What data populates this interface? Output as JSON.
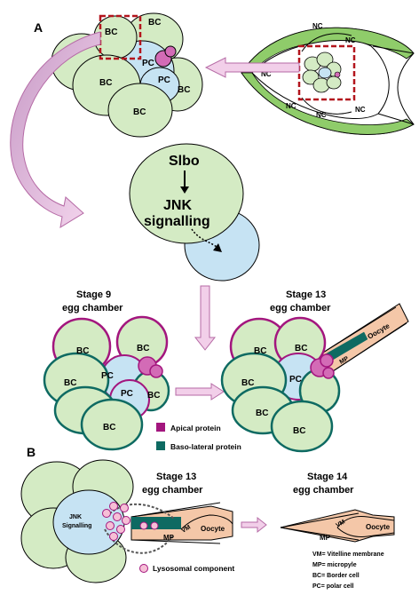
{
  "panels": {
    "a": "A",
    "b": "B"
  },
  "cells": {
    "border": "BC",
    "polar": "PC",
    "nurse": "NC"
  },
  "signalling": {
    "upstream": "Slbo",
    "pathway_line1": "JNK",
    "pathway_line2": "signalling"
  },
  "stages": {
    "s9_line1": "Stage 9",
    "s9_line2": "egg chamber",
    "s13_line1": "Stage 13",
    "s13_line2": "egg chamber",
    "s14_line1": "Stage 14",
    "s14_line2": "egg chamber"
  },
  "structures": {
    "oocyte": "Oocyte",
    "micropyle": "MP",
    "vitelline": "VM",
    "jnk_small_1": "JNK",
    "jnk_small_2": "Signalling"
  },
  "legend": {
    "apical": "Apical protein",
    "basolateral": "Baso-lateral protein",
    "lysosomal": "Lysosomal component"
  },
  "abbreviations": [
    "VM= Vitelline membrane",
    "MP= micropyle",
    "BC= Border cell",
    "PC= polar cell"
  ],
  "colors": {
    "border_cell": "#d4ebc4",
    "polar_cell": "#c6e3f3",
    "apical": "#a3167e",
    "basolateral": "#0e6a62",
    "arrow_pink": "#f2cfe9",
    "oocyte_fill": "#f4c7a8",
    "highlight_box": "#b3151d",
    "lysosome": "#f6bfd6"
  }
}
